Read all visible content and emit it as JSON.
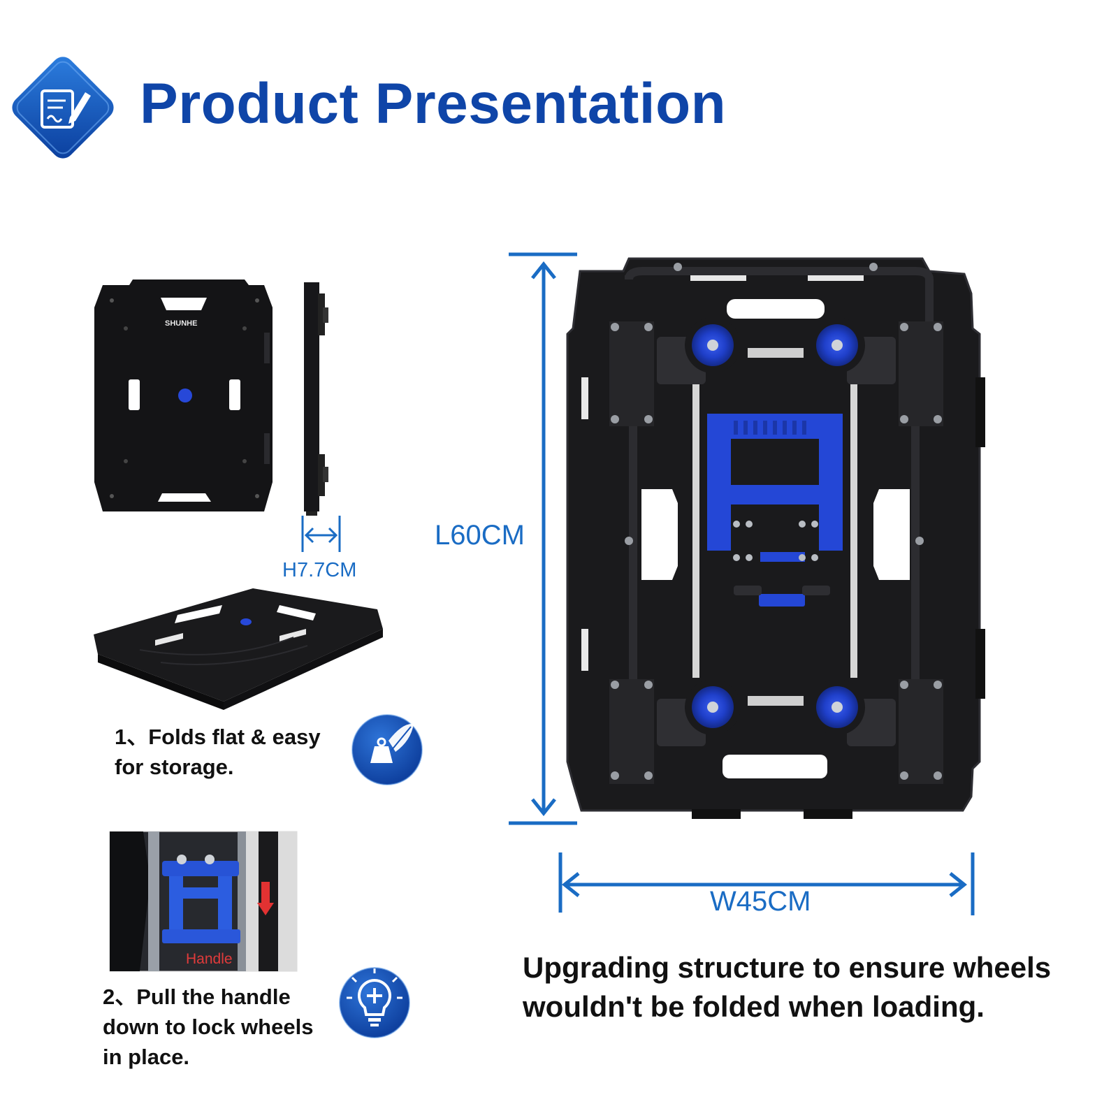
{
  "header": {
    "title": "Product Presentation",
    "icon": "document-pen-icon",
    "accent_color": "#0f45a8"
  },
  "product_views": {
    "brand_logo_text": "SHUNHE",
    "top_view": "folded-cart-top-view",
    "side_view": "folded-cart-side-view",
    "angled_view": "folded-cart-angled-view",
    "bottom_view": "cart-bottom-view-with-wheels"
  },
  "dimensions": {
    "height": "H7.7CM",
    "length": "L60CM",
    "width": "W45CM",
    "line_color": "#1a6cc4"
  },
  "features": [
    {
      "text": "1、Folds flat & easy for storage.",
      "icon": "weight-feather-icon"
    },
    {
      "text": "2、Pull the handle down to lock wheels in place.",
      "icon": "lightbulb-plus-icon",
      "photo_label": "Handle"
    }
  ],
  "caption": "Upgrading structure to ensure wheels wouldn't be folded when loading."
}
